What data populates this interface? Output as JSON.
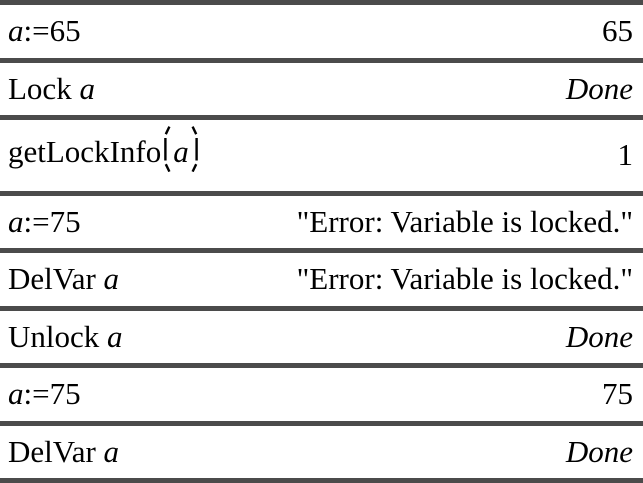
{
  "app": {
    "name": "TI-Nspire CAS Calculator History",
    "description": "Calculator page showing variable lock and unlock operations"
  },
  "colors": {
    "background": "#ffffff",
    "text": "#000000",
    "separator": "#4b4b4b"
  },
  "rows": [
    {
      "input": [
        {
          "style": "var",
          "text": "a"
        },
        {
          "style": "plain",
          "text": ":=65"
        }
      ],
      "result": [
        {
          "style": "plain",
          "text": "65"
        }
      ]
    },
    {
      "input": [
        {
          "style": "plain",
          "text": "Lock "
        },
        {
          "style": "var",
          "text": "a"
        }
      ],
      "result": [
        {
          "style": "done",
          "text": "Done"
        }
      ]
    },
    {
      "input": [
        {
          "style": "plain",
          "text": "getLockInfo"
        },
        {
          "style": "lparen",
          "text": ""
        },
        {
          "style": "var",
          "text": "a"
        },
        {
          "style": "rparen",
          "text": ""
        }
      ],
      "result": [
        {
          "style": "plain",
          "text": "1"
        }
      ]
    },
    {
      "input": [
        {
          "style": "var",
          "text": "a"
        },
        {
          "style": "plain",
          "text": ":=75"
        }
      ],
      "result": [
        {
          "style": "plain",
          "text": "\"Error: Variable is locked.\""
        }
      ]
    },
    {
      "input": [
        {
          "style": "plain",
          "text": "DelVar "
        },
        {
          "style": "var",
          "text": "a"
        }
      ],
      "result": [
        {
          "style": "plain",
          "text": "\"Error: Variable is locked.\""
        }
      ]
    },
    {
      "input": [
        {
          "style": "plain",
          "text": "Unlock "
        },
        {
          "style": "var",
          "text": "a"
        }
      ],
      "result": [
        {
          "style": "done",
          "text": "Done"
        }
      ]
    },
    {
      "input": [
        {
          "style": "var",
          "text": "a"
        },
        {
          "style": "plain",
          "text": ":=75"
        }
      ],
      "result": [
        {
          "style": "plain",
          "text": "75"
        }
      ]
    },
    {
      "input": [
        {
          "style": "plain",
          "text": "DelVar "
        },
        {
          "style": "var",
          "text": "a"
        }
      ],
      "result": [
        {
          "style": "done",
          "text": "Done"
        }
      ]
    }
  ]
}
